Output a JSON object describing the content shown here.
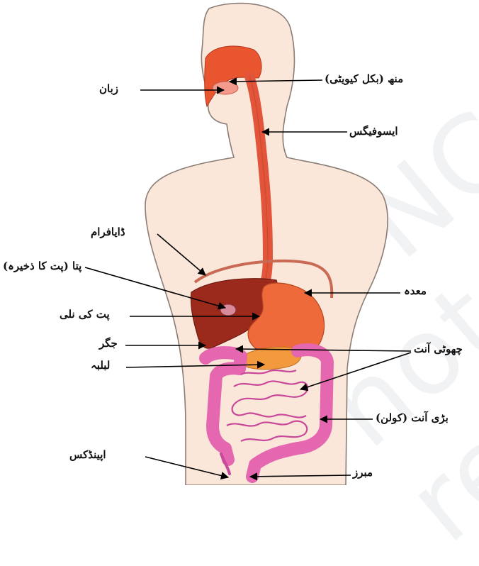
{
  "watermark": "© NCERT not to be republished",
  "labels": {
    "tongue": "زبان",
    "mouth": "منھ (بکل کیویٹی)",
    "oesophagus": "ایسوفیگس",
    "diaphragm": "ڈایافرام",
    "gall_bladder": "پتا (پت کا ذخیرہ)",
    "stomach": "معدہ",
    "bile_duct": "پت کی نلی",
    "liver": "جگر",
    "small_intestine": "چھوٹی آنت",
    "pancreas": "لبلبہ",
    "large_intestine": "بڑی آنت (کولن)",
    "appendix": "اپینڈکس",
    "anus": "مبرز"
  },
  "colors": {
    "skin": "#fbe7d9",
    "outline": "#8a7d76",
    "tract": "#e2553a",
    "liver": "#9b2a1c",
    "stomach": "#ef6a3a",
    "pancreas": "#f29a3d",
    "intestine": "#e567b0"
  }
}
